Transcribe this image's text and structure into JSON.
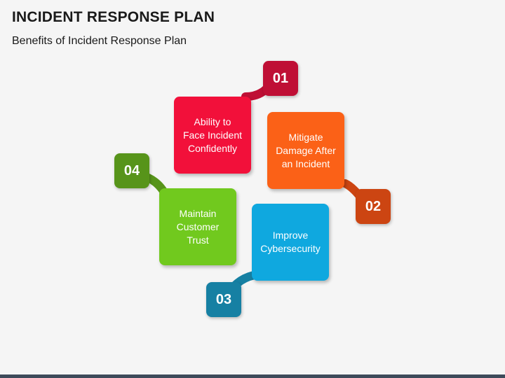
{
  "header": {
    "title": "INCIDENT RESPONSE PLAN",
    "subtitle": "Benefits of Incident Response Plan"
  },
  "items": [
    {
      "number": "01",
      "label": "Ability to\nFace Incident\nConfidently",
      "color": "#f2103a",
      "number_color": "#bf0f35"
    },
    {
      "number": "02",
      "label": "Mitigate\nDamage After\nan Incident",
      "color": "#fb6117",
      "number_color": "#cc4512"
    },
    {
      "number": "03",
      "label": "Improve\nCybersecurity",
      "color": "#0fa8df",
      "number_color": "#1680a3"
    },
    {
      "number": "04",
      "label": "Maintain\nCustomer\nTrust",
      "color": "#71c91e",
      "number_color": "#57941a"
    }
  ],
  "footer": {
    "bar_color": "#3d4a5a"
  }
}
